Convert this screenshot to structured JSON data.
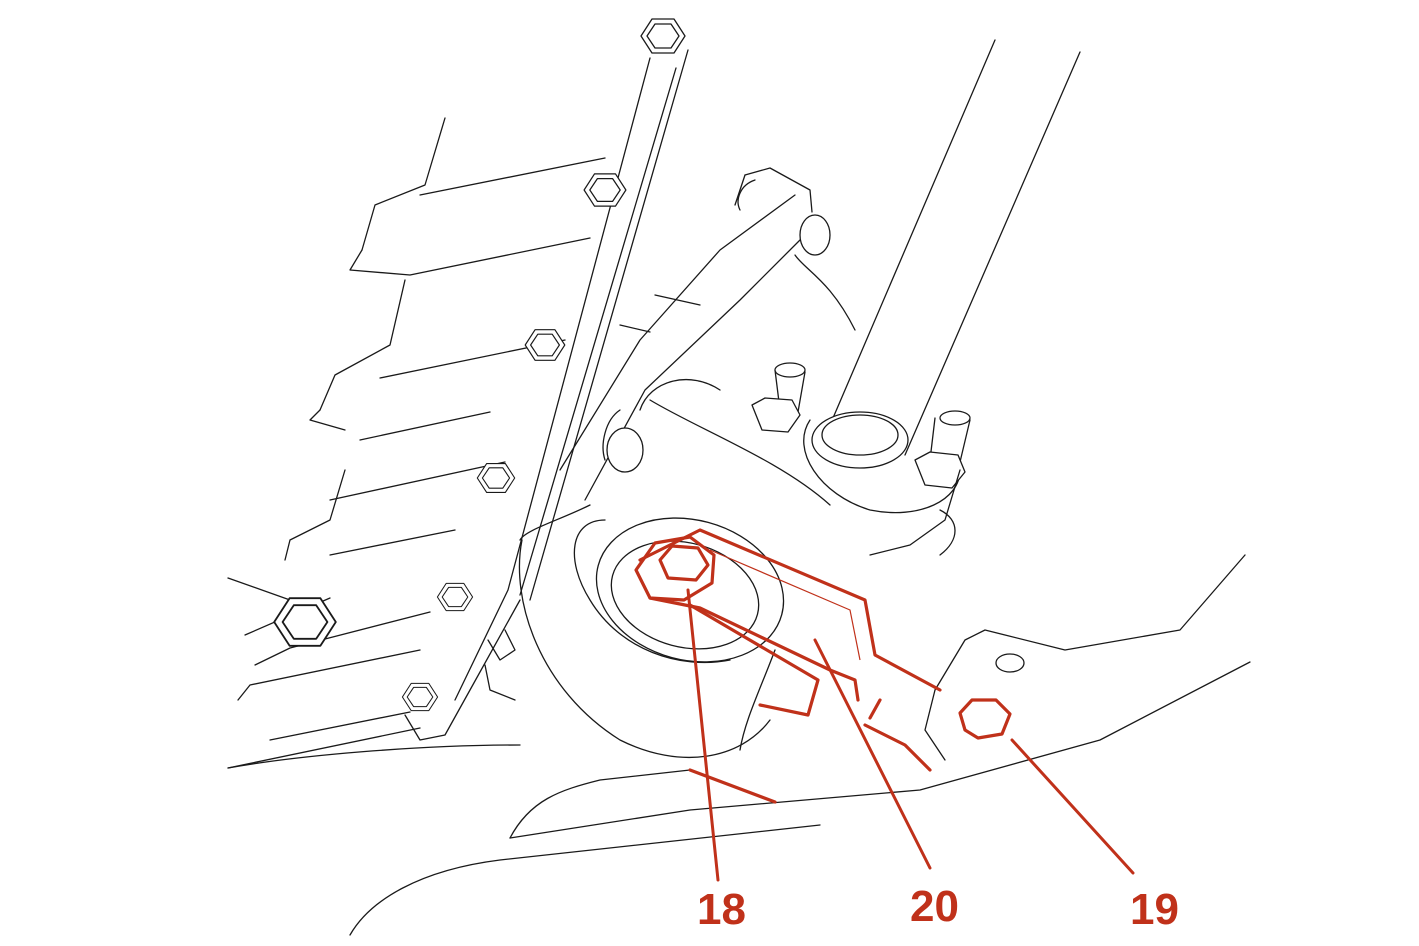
{
  "figure": {
    "callouts": [
      {
        "id": "18",
        "text": "18"
      },
      {
        "id": "20",
        "text": "20"
      },
      {
        "id": "19",
        "text": "19"
      }
    ]
  },
  "colors": {
    "highlight": "#c0311a",
    "line": "#1a1a1a",
    "background": "#ffffff"
  }
}
